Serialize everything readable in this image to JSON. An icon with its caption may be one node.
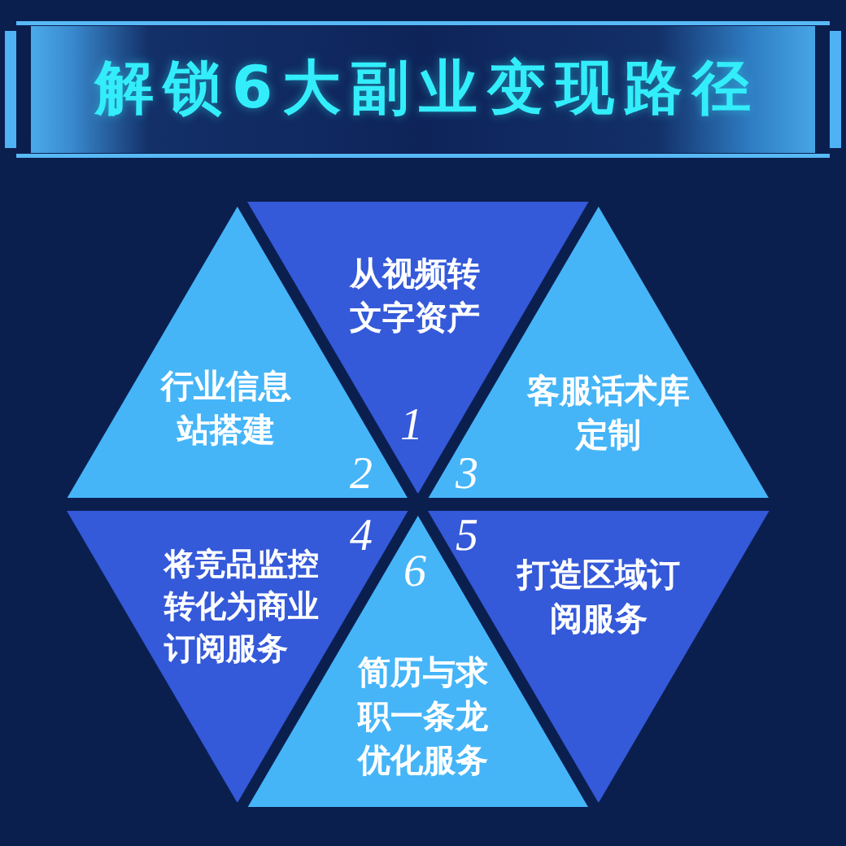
{
  "diagram": {
    "title": "解锁6大副业变现路径",
    "nodes": [
      {
        "text": [
          "从视频转文字资产",
          "1"
        ]
      },
      {
        "text": [
          "行业信息站搭建",
          "2"
        ]
      },
      {
        "text": [
          "客服话术库定制",
          "3"
        ]
      },
      {
        "text": [
          "4",
          "将竞品监控转化为商业订阅服务"
        ]
      },
      {
        "text": [
          "5",
          "打造区域订阅服务"
        ]
      },
      {
        "text": [
          "6",
          "简历与求职一条龙优化服务"
        ]
      }
    ]
  }
}
